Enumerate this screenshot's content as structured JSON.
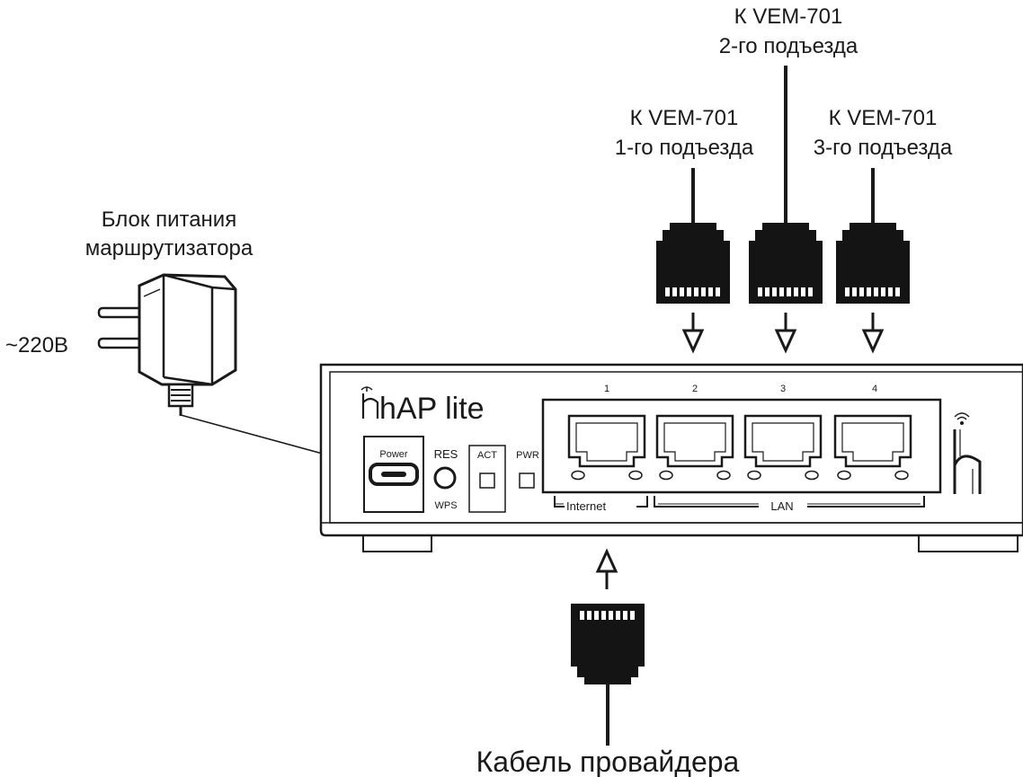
{
  "power_supply": {
    "title_line1": "Блок питания",
    "title_line2": "маршрутизатора",
    "voltage": "~220В"
  },
  "router": {
    "model": "hAP lite",
    "power_label": "Power",
    "res_label": "RES",
    "wps_label": "WPS",
    "act_label": "ACT",
    "pwr_label": "PWR",
    "port_numbers": [
      "1",
      "2",
      "3",
      "4"
    ],
    "internet_label": "Internet",
    "lan_label": "LAN"
  },
  "connections": {
    "entrance1_line1": "К VEM-701",
    "entrance1_line2": "1-го подъезда",
    "entrance2_line1": "К VEM-701",
    "entrance2_line2": "2-го подъезда",
    "entrance3_line1": "К VEM-701",
    "entrance3_line2": "3-го подъезда",
    "provider_cable": "Кабель провайдера"
  },
  "colors": {
    "ink": "#1a1a1a",
    "body": "#ffffff"
  }
}
